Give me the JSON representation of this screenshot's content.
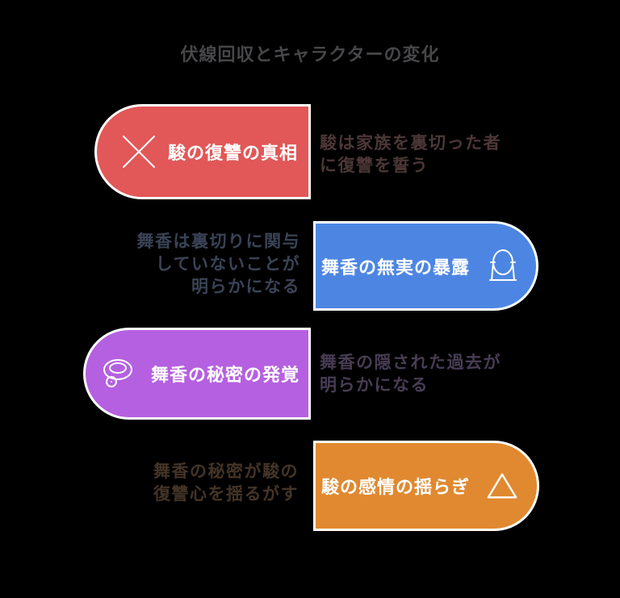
{
  "title": "伏線回収とキャラクターの変化",
  "title_color": "#47474a",
  "background_color": "#000000",
  "card_border_color": "#ffffff",
  "card_label_color": "#ffffff",
  "steps": [
    {
      "label": "駿の復讐の真相",
      "description": "駿は家族を裏切った者\nに復讐を誓う",
      "icon": "x-icon",
      "side": "left",
      "color": "#e25757",
      "text_color": "#4d3737"
    },
    {
      "label": "舞香の無実の暴露",
      "description": "舞香は裏切りに関与\nしていないことが\n明らかになる",
      "icon": "mirror-icon",
      "side": "right",
      "color": "#4d86e2",
      "text_color": "#3a4356"
    },
    {
      "label": "舞香の秘密の発覚",
      "description": "舞香の隠された過去が\n明らかになる",
      "icon": "necklace-icon",
      "side": "left",
      "color": "#b560e0",
      "text_color": "#483c54"
    },
    {
      "label": "駿の感情の揺らぎ",
      "description": "舞香の秘密が駿の\n復讐心を揺るがす",
      "icon": "triangle-icon",
      "side": "right",
      "color": "#e08930",
      "text_color": "#443427"
    }
  ]
}
